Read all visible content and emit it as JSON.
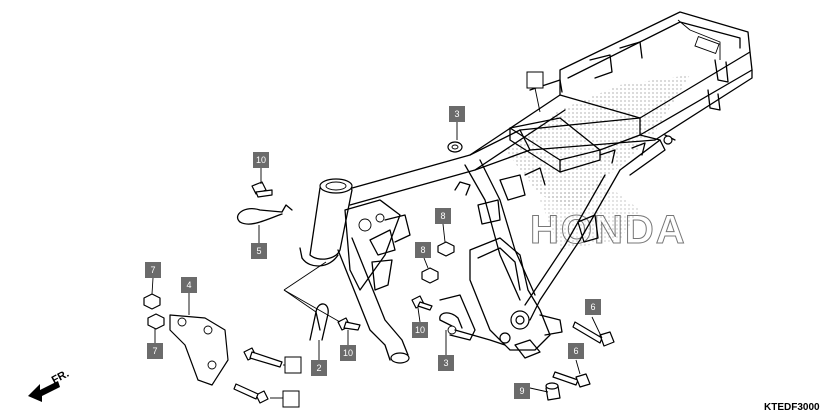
{
  "callouts": [
    {
      "id": "c10a",
      "label": "10",
      "style": "dark"
    },
    {
      "id": "c5",
      "label": "5",
      "style": "dark"
    },
    {
      "id": "c3a",
      "label": "3",
      "style": "dark"
    },
    {
      "id": "c8a",
      "label": "8",
      "style": "dark"
    },
    {
      "id": "c8b",
      "label": "8",
      "style": "dark"
    },
    {
      "id": "c7a",
      "label": "7",
      "style": "dark"
    },
    {
      "id": "c4",
      "label": "4",
      "style": "dark"
    },
    {
      "id": "c7b",
      "label": "7",
      "style": "dark"
    },
    {
      "id": "c10b",
      "label": "10",
      "style": "dark"
    },
    {
      "id": "c10c",
      "label": "10",
      "style": "dark"
    },
    {
      "id": "c3b",
      "label": "3",
      "style": "dark"
    },
    {
      "id": "c2",
      "label": "2",
      "style": "dark"
    },
    {
      "id": "c6a",
      "label": "6",
      "style": "dark"
    },
    {
      "id": "c6b",
      "label": "6",
      "style": "dark"
    },
    {
      "id": "c9",
      "label": "9",
      "style": "dark"
    },
    {
      "id": "cblank1",
      "label": "",
      "style": "light"
    },
    {
      "id": "cblank2",
      "label": "",
      "style": "light"
    },
    {
      "id": "cblank3",
      "label": "",
      "style": "light"
    }
  ],
  "watermark": "HONDA",
  "direction_label": "FR.",
  "diagram_code": "KTEDF3000",
  "colors": {
    "callout_fill": "#6b6b6b",
    "line": "#000000",
    "background": "#ffffff"
  }
}
